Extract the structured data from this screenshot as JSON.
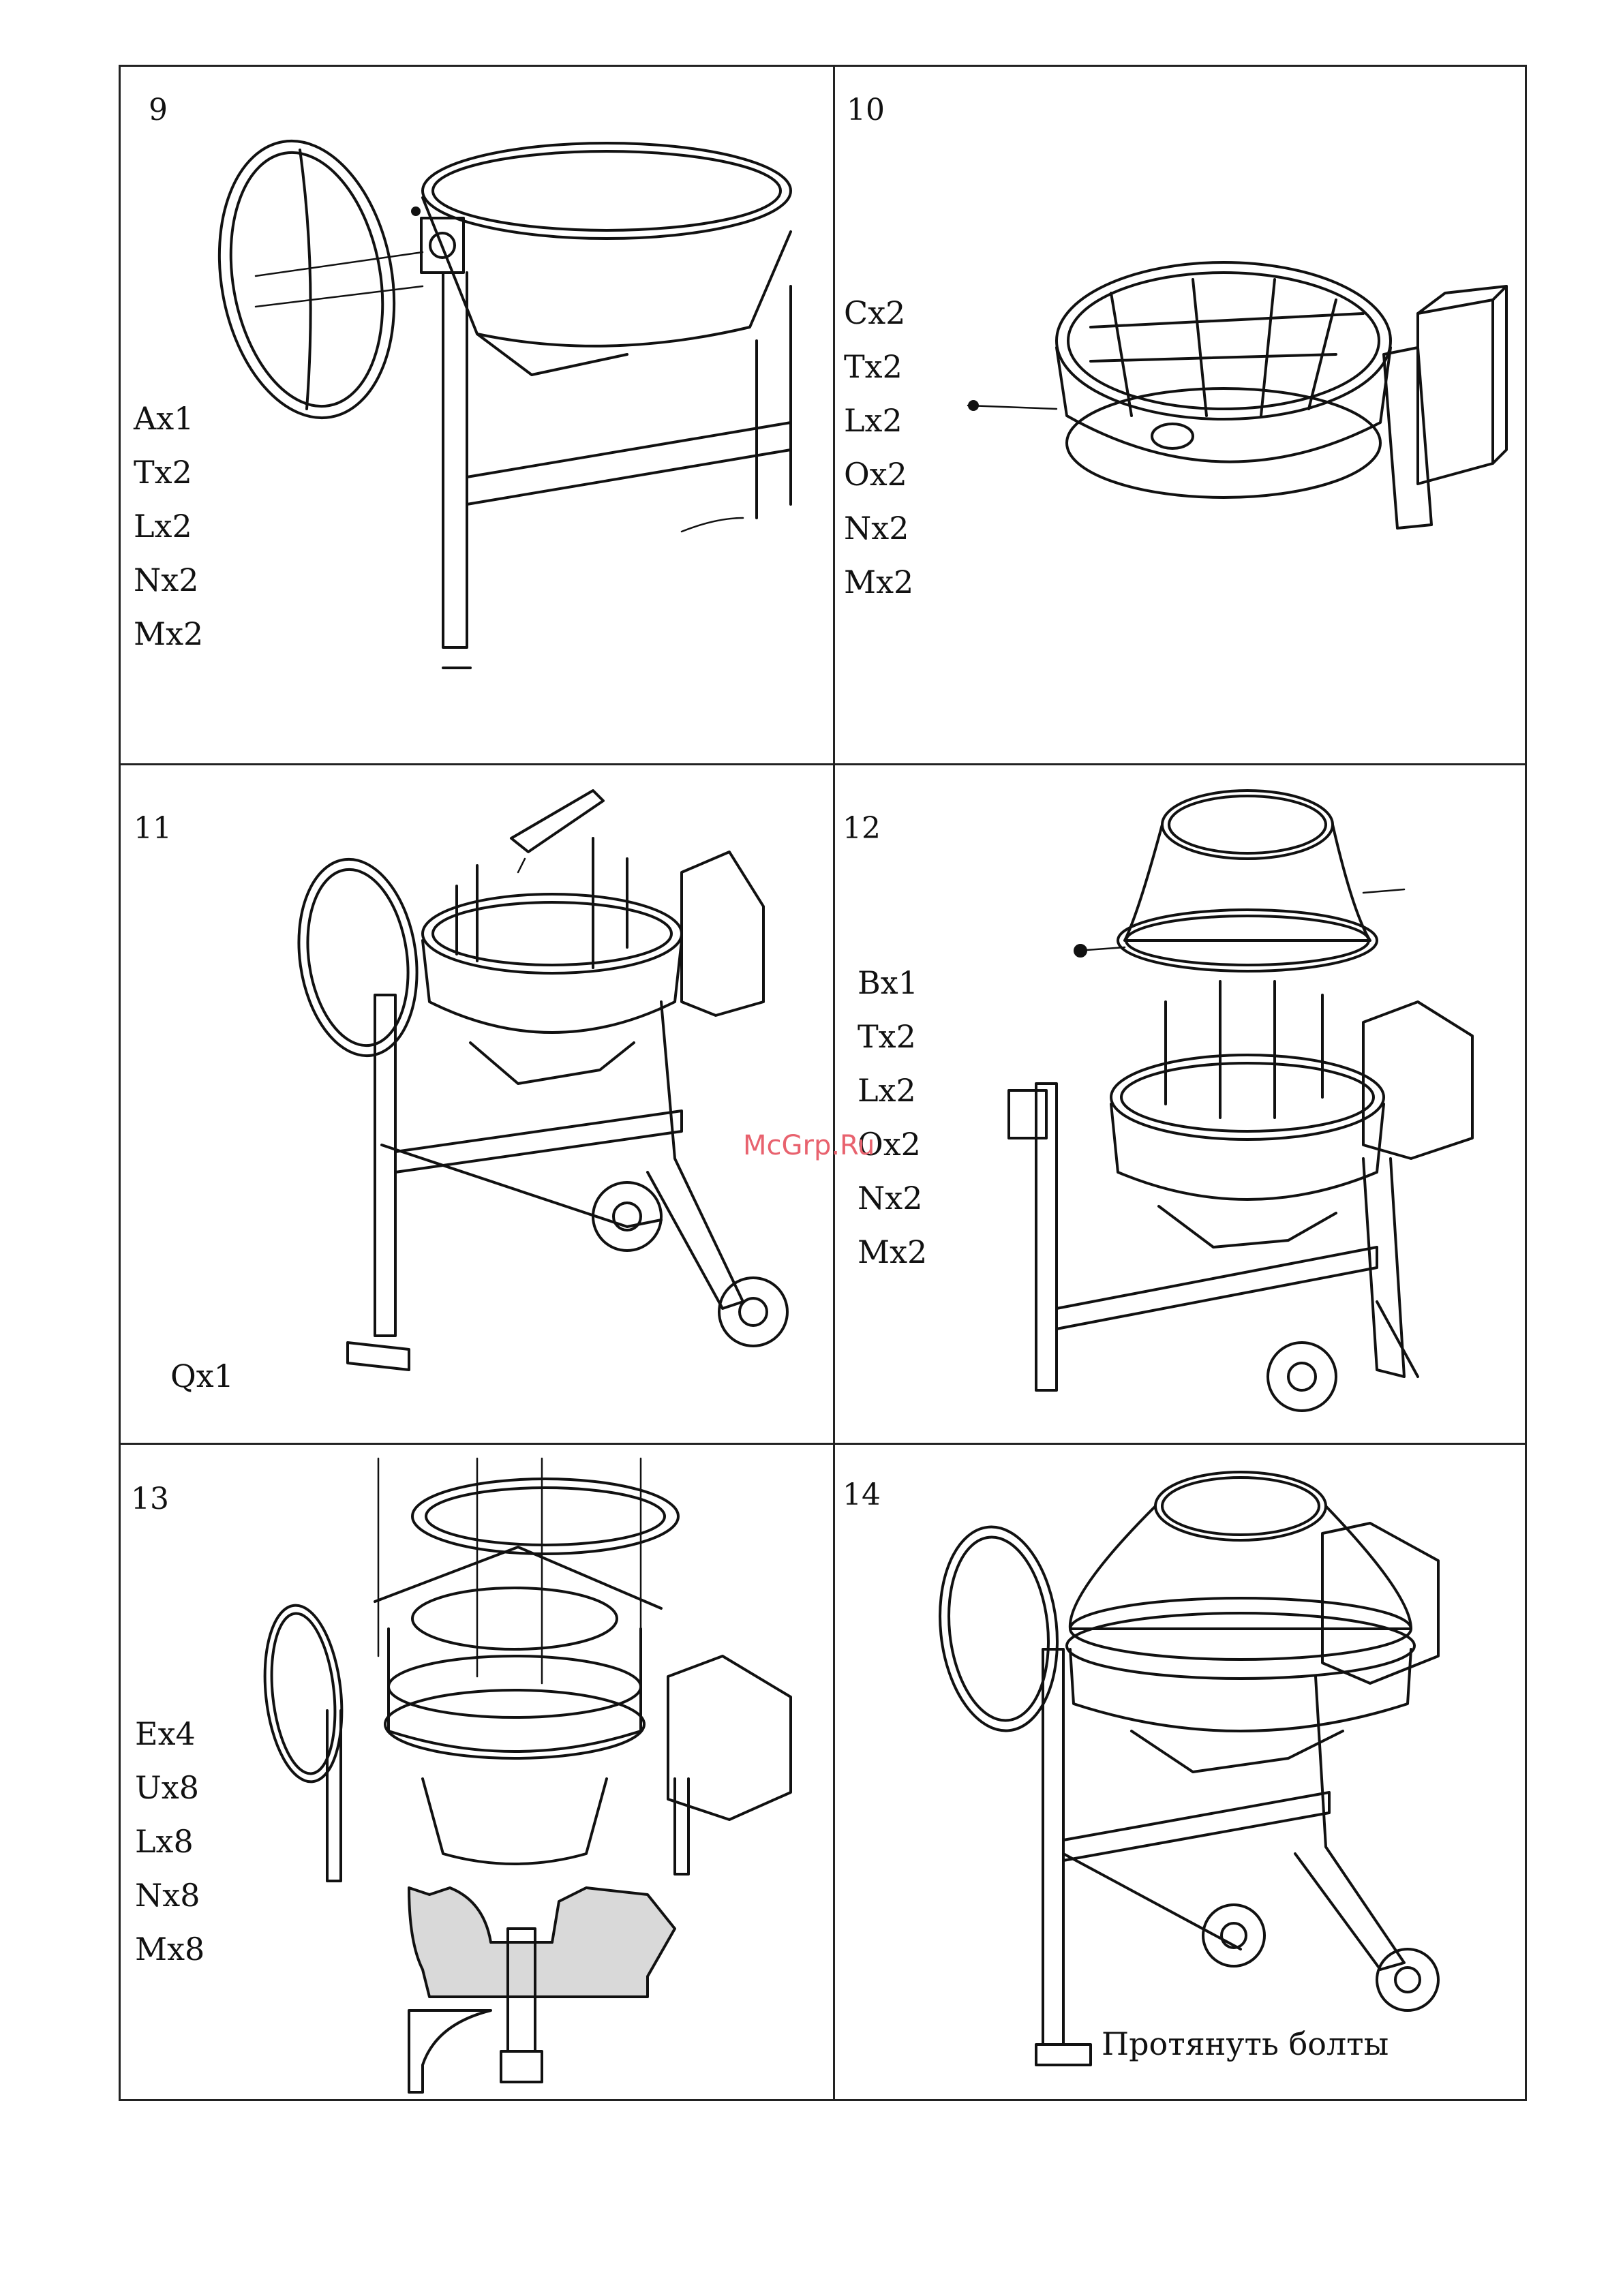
{
  "panels": [
    {
      "number": "9",
      "parts": [
        "Ax1",
        "Tx2",
        "Lx2",
        "Nx2",
        "Mx2"
      ]
    },
    {
      "number": "10",
      "parts": [
        "Cx2",
        "Tx2",
        "Lx2",
        "Ox2",
        "Nx2",
        "Mx2"
      ]
    },
    {
      "number": "11",
      "parts": [
        "Qx1"
      ]
    },
    {
      "number": "12",
      "parts": [
        "Bx1",
        "Tx2",
        "Lx2",
        "Ox2",
        "Nx2",
        "Mx2"
      ]
    },
    {
      "number": "13",
      "parts": [
        "Ex4",
        "Ux8",
        "Lx8",
        "Nx8",
        "Mx8"
      ]
    },
    {
      "number": "14",
      "parts": [],
      "caption": "Протянуть болты"
    }
  ],
  "watermark": "McGrp.Ru"
}
